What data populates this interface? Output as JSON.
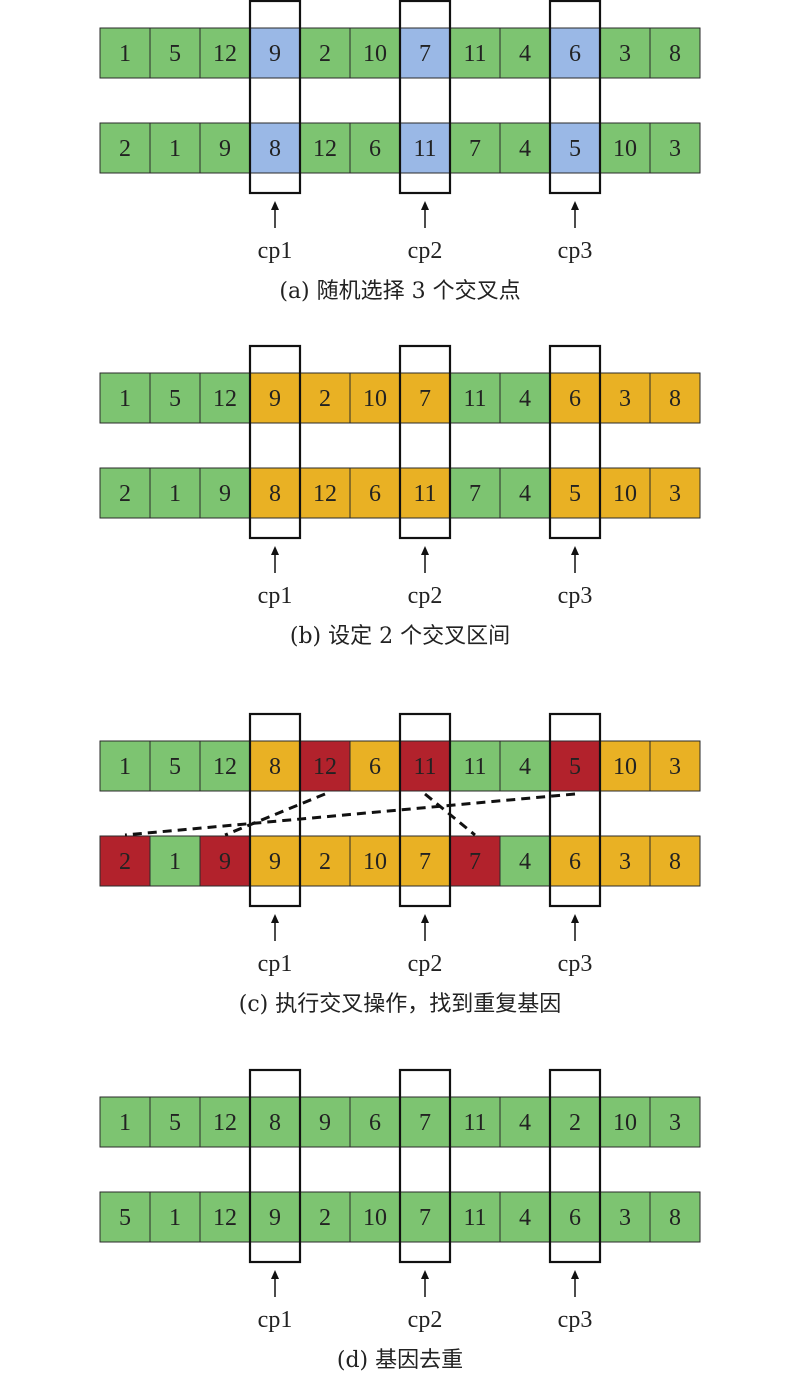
{
  "colors": {
    "green": "#7dc471",
    "blue": "#9ab8e6",
    "orange": "#e9b124",
    "red": "#b2222c",
    "border": "#2a2a2a"
  },
  "cp_labels": [
    "cp1",
    "cp2",
    "cp3"
  ],
  "crossover_point_indices": [
    3,
    6,
    9
  ],
  "panels": [
    {
      "caption": "(a) 随机选择 3 个交叉点",
      "rows": [
        {
          "values": [
            "1",
            "5",
            "12",
            "9",
            "2",
            "10",
            "7",
            "11",
            "4",
            "6",
            "3",
            "8"
          ],
          "colors": [
            "green",
            "green",
            "green",
            "blue",
            "green",
            "green",
            "blue",
            "green",
            "green",
            "blue",
            "green",
            "green"
          ]
        },
        {
          "values": [
            "2",
            "1",
            "9",
            "8",
            "12",
            "6",
            "11",
            "7",
            "4",
            "5",
            "10",
            "3"
          ],
          "colors": [
            "green",
            "green",
            "green",
            "blue",
            "green",
            "green",
            "blue",
            "green",
            "green",
            "blue",
            "green",
            "green"
          ]
        }
      ],
      "links": []
    },
    {
      "caption": "(b) 设定 2 个交叉区间",
      "rows": [
        {
          "values": [
            "1",
            "5",
            "12",
            "9",
            "2",
            "10",
            "7",
            "11",
            "4",
            "6",
            "3",
            "8"
          ],
          "colors": [
            "green",
            "green",
            "green",
            "orange",
            "orange",
            "orange",
            "orange",
            "green",
            "green",
            "orange",
            "orange",
            "orange"
          ]
        },
        {
          "values": [
            "2",
            "1",
            "9",
            "8",
            "12",
            "6",
            "11",
            "7",
            "4",
            "5",
            "10",
            "3"
          ],
          "colors": [
            "green",
            "green",
            "green",
            "orange",
            "orange",
            "orange",
            "orange",
            "green",
            "green",
            "orange",
            "orange",
            "orange"
          ]
        }
      ],
      "links": []
    },
    {
      "caption": "(c) 执行交叉操作，找到重复基因",
      "rows": [
        {
          "values": [
            "1",
            "5",
            "12",
            "8",
            "12",
            "6",
            "11",
            "11",
            "4",
            "5",
            "10",
            "3"
          ],
          "colors": [
            "green",
            "green",
            "green",
            "orange",
            "red",
            "orange",
            "red",
            "green",
            "green",
            "red",
            "orange",
            "orange"
          ]
        },
        {
          "values": [
            "2",
            "1",
            "9",
            "9",
            "2",
            "10",
            "7",
            "7",
            "4",
            "6",
            "3",
            "8"
          ],
          "colors": [
            "red",
            "green",
            "red",
            "orange",
            "orange",
            "orange",
            "orange",
            "red",
            "green",
            "orange",
            "orange",
            "orange"
          ]
        }
      ],
      "links": [
        {
          "top_index": 4,
          "bottom_index": 2
        },
        {
          "top_index": 6,
          "bottom_index": 7
        },
        {
          "top_index": 9,
          "bottom_index": 0
        }
      ]
    },
    {
      "caption": "(d) 基因去重",
      "rows": [
        {
          "values": [
            "1",
            "5",
            "12",
            "8",
            "9",
            "6",
            "7",
            "11",
            "4",
            "2",
            "10",
            "3"
          ],
          "colors": [
            "green",
            "green",
            "green",
            "green",
            "green",
            "green",
            "green",
            "green",
            "green",
            "green",
            "green",
            "green"
          ]
        },
        {
          "values": [
            "5",
            "1",
            "12",
            "9",
            "2",
            "10",
            "7",
            "11",
            "4",
            "6",
            "3",
            "8"
          ],
          "colors": [
            "green",
            "green",
            "green",
            "green",
            "green",
            "green",
            "green",
            "green",
            "green",
            "green",
            "green",
            "green"
          ]
        }
      ],
      "links": []
    }
  ]
}
